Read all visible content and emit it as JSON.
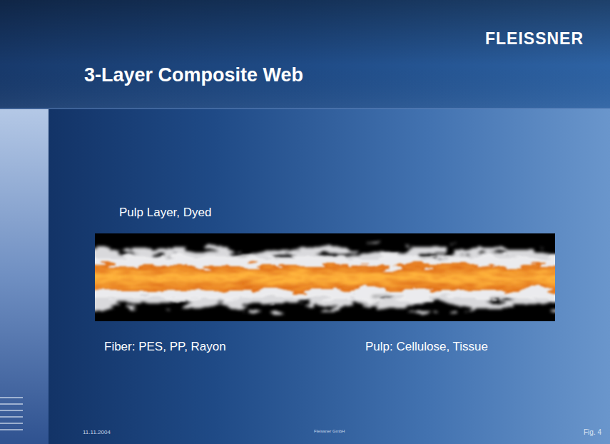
{
  "diagram": {
    "title": "3-Layer Composite Web",
    "labels": [
      "FLEISSNER",
      "Pulp Layer, Dyed",
      "Fiber: PES, PP, Rayon",
      "Pulp: Cellulose, Tissue",
      "11.11.2004",
      "Fleissner GmbH",
      "Fig. 4"
    ]
  }
}
